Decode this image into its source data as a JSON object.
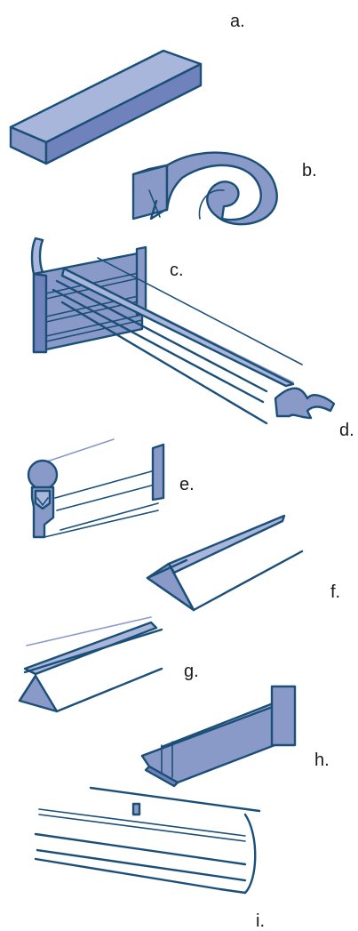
{
  "labels": {
    "a": "a.",
    "b": "b.",
    "c": "c.",
    "d": "d.",
    "e": "e.",
    "f": "f.",
    "g": "g.",
    "h": "h.",
    "i": "i."
  },
  "colors": {
    "line": "#1b4f78",
    "fill": "#8a9ac8",
    "fill_light": "#a9b6db",
    "fill_dark": "#6f82bb",
    "background": "#ffffff"
  }
}
